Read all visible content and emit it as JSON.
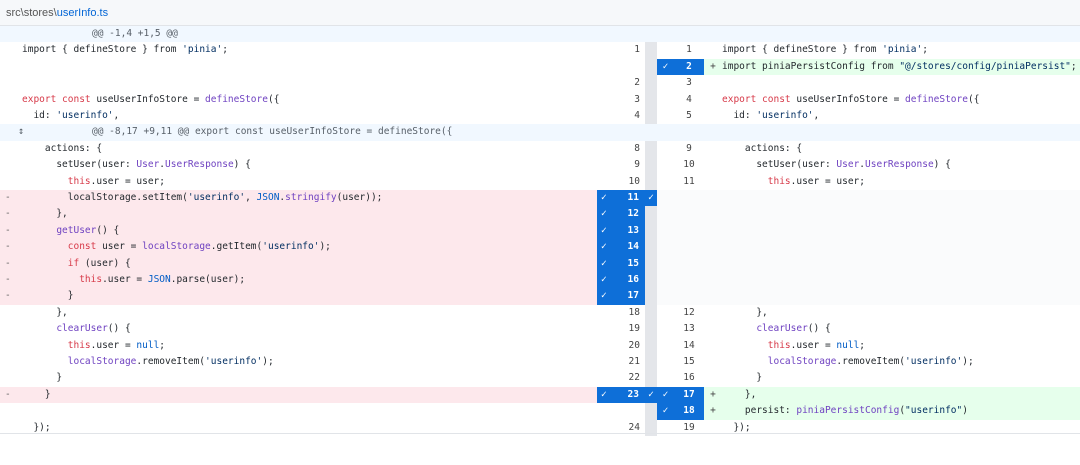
{
  "file_path": {
    "dir": "src\\stores\\",
    "name": "userInfo.ts"
  },
  "check_glyph": "✓",
  "expand_glyph": "↕",
  "rows": [
    {
      "type": "hunk",
      "text": "@@ -1,4 +1,5 @@"
    },
    {
      "type": "ctx",
      "l": "1",
      "r": "1",
      "tokens": [
        [
          "import { defineStore } from ",
          ""
        ],
        [
          "'pinia'",
          "str"
        ],
        [
          ";",
          ""
        ]
      ]
    },
    {
      "type": "add",
      "l": "",
      "r": "2",
      "sel_r": true,
      "rtokens": [
        [
          "import piniaPersistConfig from ",
          ""
        ],
        [
          "\"@/stores/config/piniaPersist\"",
          "str"
        ],
        [
          ";",
          ""
        ]
      ]
    },
    {
      "type": "ctx",
      "l": "2",
      "r": "3",
      "tokens": []
    },
    {
      "type": "ctx",
      "l": "3",
      "r": "4",
      "tokens": [
        [
          "export const ",
          "kw"
        ],
        [
          "useUserInfoStore",
          ""
        ],
        [
          " = ",
          ""
        ],
        [
          "defineStore",
          "fn"
        ],
        [
          "({",
          ""
        ]
      ]
    },
    {
      "type": "ctx",
      "l": "4",
      "r": "5",
      "tokens": [
        [
          "  id: ",
          ""
        ],
        [
          "'userinfo'",
          "str"
        ],
        [
          ",",
          ""
        ]
      ]
    },
    {
      "type": "hunk",
      "expand": true,
      "text": "@@ -8,17 +9,11 @@ export const useUserInfoStore = defineStore({"
    },
    {
      "type": "ctx",
      "l": "8",
      "r": "9",
      "tokens": [
        [
          "    actions: {",
          ""
        ]
      ]
    },
    {
      "type": "ctx",
      "l": "9",
      "r": "10",
      "tokens": [
        [
          "      setUser",
          ""
        ],
        [
          "(user: ",
          ""
        ],
        [
          "User",
          "cls"
        ],
        [
          ".",
          ""
        ],
        [
          "UserResponse",
          "cls"
        ],
        [
          ") {",
          ""
        ]
      ]
    },
    {
      "type": "ctx",
      "l": "10",
      "r": "11",
      "tokens": [
        [
          "        this",
          "kw"
        ],
        [
          ".user = user;",
          ""
        ]
      ]
    },
    {
      "type": "del",
      "l": "11",
      "sel_l": true,
      "gut_check": true,
      "tokens": [
        [
          "        localStorage",
          ""
        ],
        [
          ".setItem(",
          ""
        ],
        [
          "'userinfo'",
          "str"
        ],
        [
          ", ",
          ""
        ],
        [
          "JSON",
          "prop"
        ],
        [
          ".",
          ""
        ],
        [
          "stringify",
          "fn"
        ],
        [
          "(user));",
          ""
        ]
      ]
    },
    {
      "type": "del",
      "l": "12",
      "sel_l": true,
      "tokens": [
        [
          "      },",
          ""
        ]
      ]
    },
    {
      "type": "del",
      "l": "13",
      "sel_l": true,
      "tokens": [
        [
          "      getUser",
          "fn"
        ],
        [
          "() {",
          ""
        ]
      ]
    },
    {
      "type": "del",
      "l": "14",
      "sel_l": true,
      "tokens": [
        [
          "        const ",
          "kw"
        ],
        [
          "user = ",
          ""
        ],
        [
          "localStorage",
          "fn"
        ],
        [
          ".getItem(",
          ""
        ],
        [
          "'userinfo'",
          "str"
        ],
        [
          ");",
          ""
        ]
      ]
    },
    {
      "type": "del",
      "l": "15",
      "sel_l": true,
      "tokens": [
        [
          "        if ",
          "kw"
        ],
        [
          "(user) {",
          ""
        ]
      ]
    },
    {
      "type": "del",
      "l": "16",
      "sel_l": true,
      "tokens": [
        [
          "          this",
          "kw"
        ],
        [
          ".user = ",
          ""
        ],
        [
          "JSON",
          "prop"
        ],
        [
          ".parse(user);",
          ""
        ]
      ]
    },
    {
      "type": "del",
      "l": "17",
      "sel_l": true,
      "tokens": [
        [
          "        }",
          ""
        ]
      ]
    },
    {
      "type": "ctx",
      "l": "18",
      "r": "12",
      "tokens": [
        [
          "      },",
          ""
        ]
      ]
    },
    {
      "type": "ctx",
      "l": "19",
      "r": "13",
      "tokens": [
        [
          "      clearUser",
          "fn"
        ],
        [
          "() {",
          ""
        ]
      ]
    },
    {
      "type": "ctx",
      "l": "20",
      "r": "14",
      "tokens": [
        [
          "        this",
          "kw"
        ],
        [
          ".user = ",
          ""
        ],
        [
          "null",
          "prop"
        ],
        [
          ";",
          ""
        ]
      ]
    },
    {
      "type": "ctx",
      "l": "21",
      "r": "15",
      "tokens": [
        [
          "        localStorage",
          "fn"
        ],
        [
          ".removeItem(",
          ""
        ],
        [
          "'userinfo'",
          "str"
        ],
        [
          ");",
          ""
        ]
      ]
    },
    {
      "type": "ctx",
      "l": "22",
      "r": "16",
      "tokens": [
        [
          "      }",
          ""
        ]
      ]
    },
    {
      "type": "mod",
      "l": "23",
      "r": "17",
      "sel_l": true,
      "sel_r": true,
      "gut_check": true,
      "tokens": [
        [
          "    }",
          ""
        ]
      ],
      "rtokens": [
        [
          "    },",
          ""
        ]
      ]
    },
    {
      "type": "add",
      "l": "",
      "r": "18",
      "sel_r": true,
      "rtokens": [
        [
          "    persist: ",
          ""
        ],
        [
          "piniaPersistConfig",
          "fn"
        ],
        [
          "(",
          ""
        ],
        [
          "\"userinfo\"",
          "str"
        ],
        [
          ")",
          ""
        ]
      ]
    },
    {
      "type": "ctx",
      "l": "24",
      "r": "19",
      "tokens": [
        [
          "  });",
          ""
        ]
      ]
    }
  ]
}
